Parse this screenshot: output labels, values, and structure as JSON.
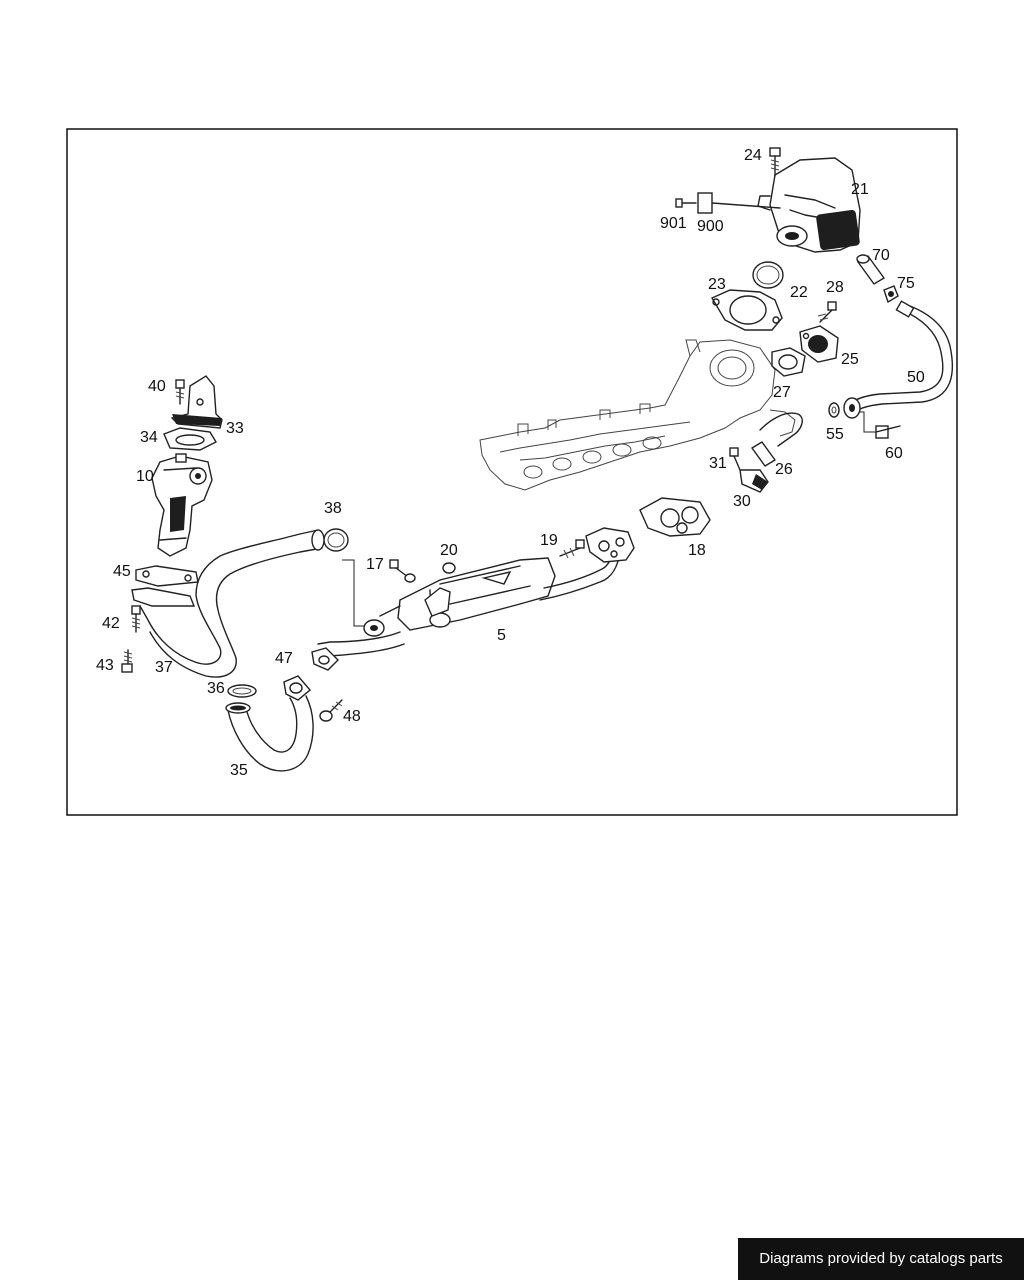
{
  "diagram": {
    "labels": [
      "5",
      "10",
      "17",
      "18",
      "19",
      "20",
      "21",
      "22",
      "23",
      "24",
      "25",
      "26",
      "27",
      "28",
      "30",
      "31",
      "33",
      "34",
      "35",
      "36",
      "37",
      "38",
      "40",
      "42",
      "43",
      "45",
      "47",
      "48",
      "50",
      "55",
      "60",
      "70",
      "75",
      "900",
      "901"
    ]
  },
  "footer": {
    "credit": "Diagrams provided by catalogs parts"
  }
}
